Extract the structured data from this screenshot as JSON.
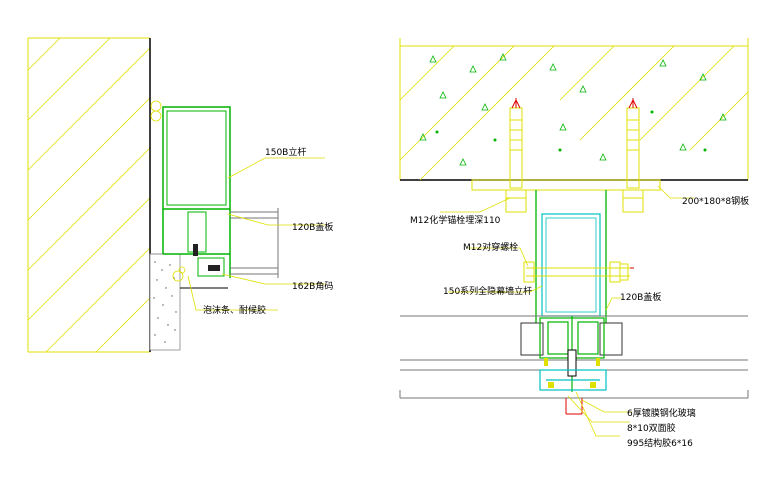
{
  "labels": {
    "mullion_150": "150B立杆",
    "cover_120": "120B盖板",
    "angle_162": "162B角码",
    "foam_sealant": "泡沫条、耐候胶",
    "anchor_bolt": "M12化学锚栓埋深110",
    "through_bolt": "M12对穿螺栓",
    "curtain_mullion": "150系列全隐幕墙立杆",
    "cover_120_right": "120B盖板",
    "steel_plate": "200*180*8钢板",
    "glass": "6厚镀膜钢化玻璃",
    "double_tape": "8*10双面胶",
    "structural_sealant": "995结构胶6*16"
  },
  "colors": {
    "line_green": "#00b400",
    "line_yellow": "#e0e000",
    "line_cyan": "#00c0c0",
    "line_red": "#e00000",
    "line_black": "#000000",
    "line_gray": "#888888"
  }
}
